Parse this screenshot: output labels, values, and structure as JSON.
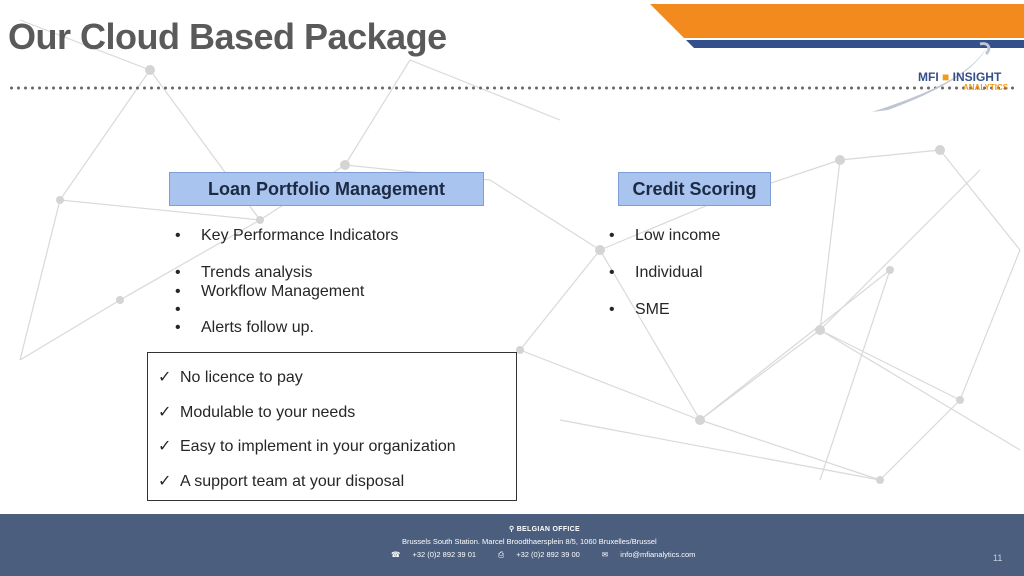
{
  "page": {
    "title": "Our Cloud Based Package"
  },
  "logo": {
    "brand_left": "MFI",
    "brand_right": "INSIGHT",
    "brand_sub": "ANALYTICS"
  },
  "modules": [
    {
      "title": "Loan Portfolio Management",
      "items": [
        "Key Performance Indicators",
        "Trends analysis",
        "Workflow Management",
        "",
        "Alerts follow up."
      ]
    },
    {
      "title": "Credit Scoring",
      "items": [
        "Low income",
        "Individual",
        "SME"
      ]
    }
  ],
  "benefits": [
    "No licence to pay",
    "Modulable to your needs",
    "Easy to implement in your organization",
    "A support team at your disposal"
  ],
  "footer": {
    "office_title": "BELGIAN OFFICE",
    "address": "Brussels South Station. Marcel Broodthaersplein 8/5, 1060 Bruxelles/Brussel",
    "phone": "+32 (0)2 892 39 01",
    "fax": "+32 (0)2 892 39 00",
    "email": "info@mfianalytics.com"
  },
  "page_number": "11",
  "icons": {
    "bullet": "•",
    "check": "✓",
    "location": "location-pin-icon",
    "phone": "phone-icon",
    "fax": "fax-icon",
    "email": "envelope-icon"
  },
  "colors": {
    "header_fill": "#a9c4ee",
    "footer": "#4b5e7e",
    "brand_orange": "#f29b1d",
    "brand_blue": "#34508a"
  }
}
